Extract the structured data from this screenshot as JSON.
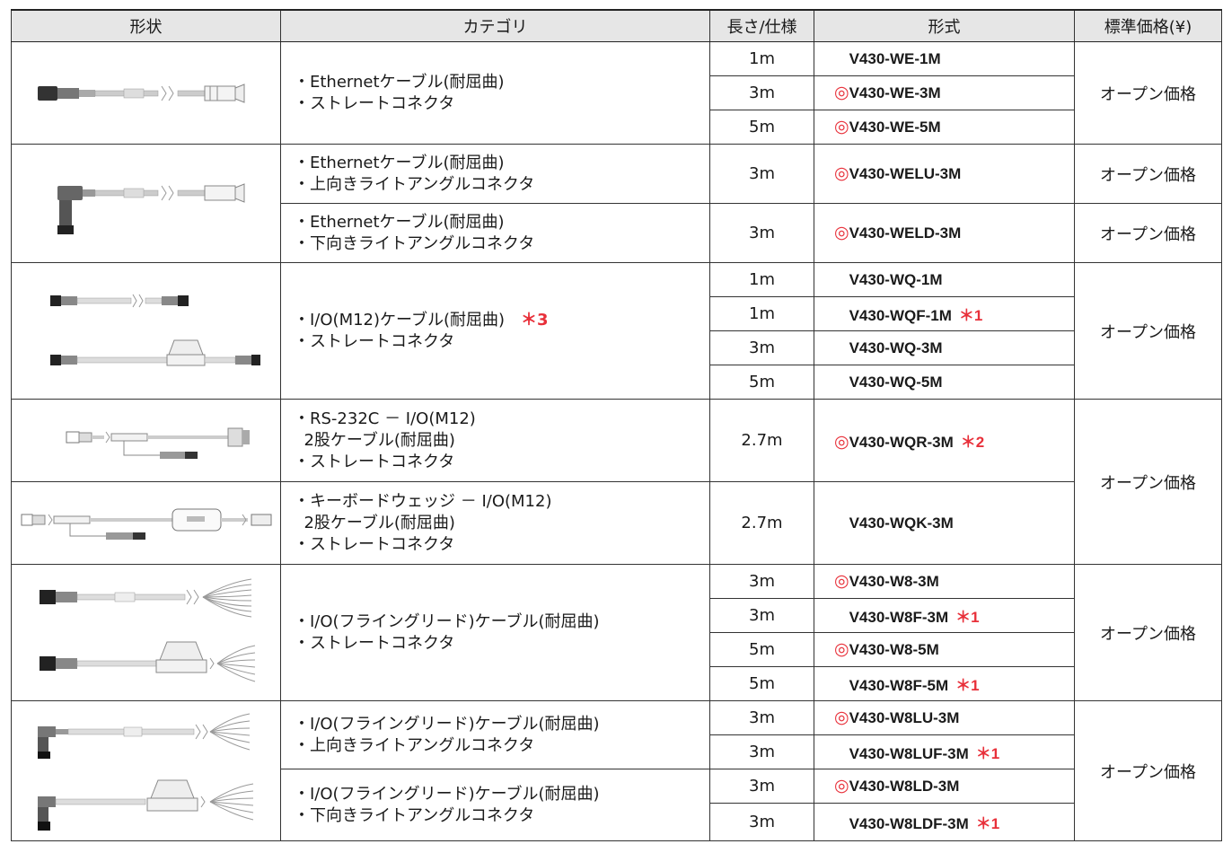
{
  "headers": [
    "形状",
    "カテゴリ",
    "長さ/仕様",
    "形式",
    "標準価格(¥)"
  ],
  "groups": [
    {
      "category": [
        "・Ethernetケーブル(耐屈曲)",
        "・ストレートコネクタ"
      ],
      "price": "オープン価格",
      "rows": [
        {
          "spec": "1m",
          "model": "V430-WE-1M",
          "recommended": false,
          "note": ""
        },
        {
          "spec": "3m",
          "model": "V430-WE-3M",
          "recommended": true,
          "note": ""
        },
        {
          "spec": "5m",
          "model": "V430-WE-5M",
          "recommended": true,
          "note": ""
        }
      ]
    },
    {
      "category": [
        "・Ethernetケーブル(耐屈曲)",
        "・上向きライトアングルコネクタ"
      ],
      "price": "オープン価格",
      "rows": [
        {
          "spec": "3m",
          "model": "V430-WELU-3M",
          "recommended": true,
          "note": ""
        }
      ]
    },
    {
      "category": [
        "・Ethernetケーブル(耐屈曲)",
        "・下向きライトアングルコネクタ"
      ],
      "price": "オープン価格",
      "rows": [
        {
          "spec": "3m",
          "model": "V430-WELD-3M",
          "recommended": true,
          "note": ""
        }
      ]
    },
    {
      "category": [
        "・I/O(M12)ケーブル(耐屈曲)",
        "・ストレートコネクタ"
      ],
      "category_note": "＊3",
      "price": "オープン価格",
      "rows": [
        {
          "spec": "1m",
          "model": "V430-WQ-1M",
          "recommended": false,
          "note": ""
        },
        {
          "spec": "1m",
          "model": "V430-WQF-1M",
          "recommended": false,
          "note": "＊1"
        },
        {
          "spec": "3m",
          "model": "V430-WQ-3M",
          "recommended": false,
          "note": ""
        },
        {
          "spec": "5m",
          "model": "V430-WQ-5M",
          "recommended": false,
          "note": ""
        }
      ]
    },
    {
      "category": [
        "・RS-232C － I/O(M12)",
        "  2股ケーブル(耐屈曲)",
        "・ストレートコネクタ"
      ],
      "price": "オープン価格",
      "rows": [
        {
          "spec": "2.7m",
          "model": "V430-WQR-3M",
          "recommended": true,
          "note": "＊2"
        }
      ]
    },
    {
      "category": [
        "・キーボードウェッジ － I/O(M12)",
        "  2股ケーブル(耐屈曲)",
        "・ストレートコネクタ"
      ],
      "rows": [
        {
          "spec": "2.7m",
          "model": "V430-WQK-3M",
          "recommended": false,
          "note": ""
        }
      ]
    },
    {
      "category": [
        "・I/O(フライングリード)ケーブル(耐屈曲)",
        "・ストレートコネクタ"
      ],
      "price": "オープン価格",
      "rows": [
        {
          "spec": "3m",
          "model": "V430-W8-3M",
          "recommended": true,
          "note": ""
        },
        {
          "spec": "3m",
          "model": "V430-W8F-3M",
          "recommended": false,
          "note": "＊1"
        },
        {
          "spec": "5m",
          "model": "V430-W8-5M",
          "recommended": true,
          "note": ""
        },
        {
          "spec": "5m",
          "model": "V430-W8F-5M",
          "recommended": false,
          "note": "＊1"
        }
      ]
    },
    {
      "category": [
        "・I/O(フライングリード)ケーブル(耐屈曲)",
        "・上向きライトアングルコネクタ"
      ],
      "price": "オープン価格",
      "rows": [
        {
          "spec": "3m",
          "model": "V430-W8LU-3M",
          "recommended": true,
          "note": ""
        },
        {
          "spec": "3m",
          "model": "V430-W8LUF-3M",
          "recommended": false,
          "note": "＊1"
        }
      ]
    },
    {
      "category": [
        "・I/O(フライングリード)ケーブル(耐屈曲)",
        "・下向きライトアングルコネクタ"
      ],
      "rows": [
        {
          "spec": "3m",
          "model": "V430-W8LD-3M",
          "recommended": true,
          "note": ""
        },
        {
          "spec": "3m",
          "model": "V430-W8LDF-3M",
          "recommended": false,
          "note": "＊1"
        }
      ]
    }
  ],
  "marks": {
    "recommended": "◎"
  },
  "colors": {
    "accent": "#e8303a",
    "header_bg": "#e6e6e6",
    "border": "#333333"
  },
  "icons": [
    "cable-straight-ethernet-icon",
    "cable-rightangle-ethernet-icon",
    "cable-m12-straight-icon",
    "cable-y-split-rs232-icon",
    "cable-y-split-keyboard-icon",
    "cable-flying-lead-straight-icon",
    "cable-flying-lead-rightangle-icon"
  ]
}
